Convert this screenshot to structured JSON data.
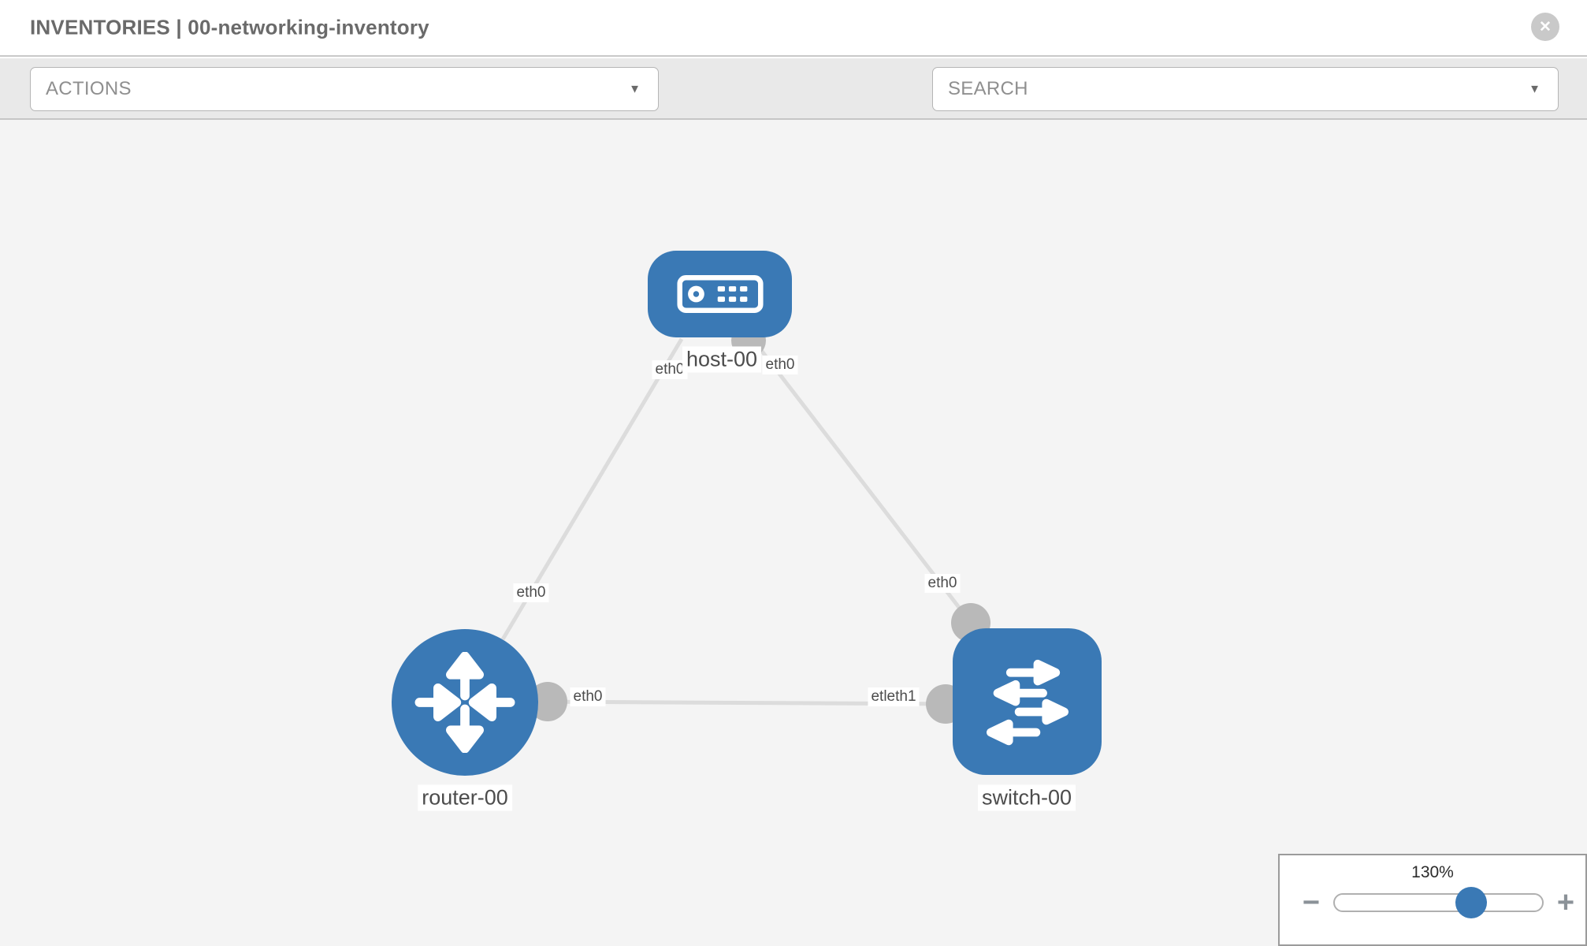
{
  "header": {
    "title": "INVENTORIES | 00-networking-inventory",
    "close_glyph": "✕"
  },
  "toolbar": {
    "actions_label": "ACTIONS",
    "search_label": "SEARCH",
    "caret_glyph": "▼",
    "icons": [
      "wrench-icon",
      "key-icon"
    ]
  },
  "topology": {
    "accent_color": "#3a79b5",
    "link_color": "#dcdcdc",
    "port_color": "#b9b9b9",
    "canvas_color": "#f4f4f4",
    "nodes": [
      {
        "id": "host-00",
        "type": "host",
        "label": "host-00"
      },
      {
        "id": "router-00",
        "type": "router",
        "label": "router-00"
      },
      {
        "id": "switch-00",
        "type": "switch",
        "label": "switch-00"
      }
    ],
    "links": [
      {
        "from": "host-00",
        "to": "router-00"
      },
      {
        "from": "host-00",
        "to": "switch-00"
      },
      {
        "from": "router-00",
        "to": "switch-00"
      }
    ],
    "iface_labels": {
      "host_left": "eth0",
      "host_right": "eth0",
      "link_host_router": "eth0",
      "link_host_switch": "eth0",
      "router_right": "eth0",
      "switch_left": "etleth1"
    }
  },
  "zoom_control": {
    "level": "130%",
    "minus_glyph": "−",
    "plus_glyph": "+"
  }
}
